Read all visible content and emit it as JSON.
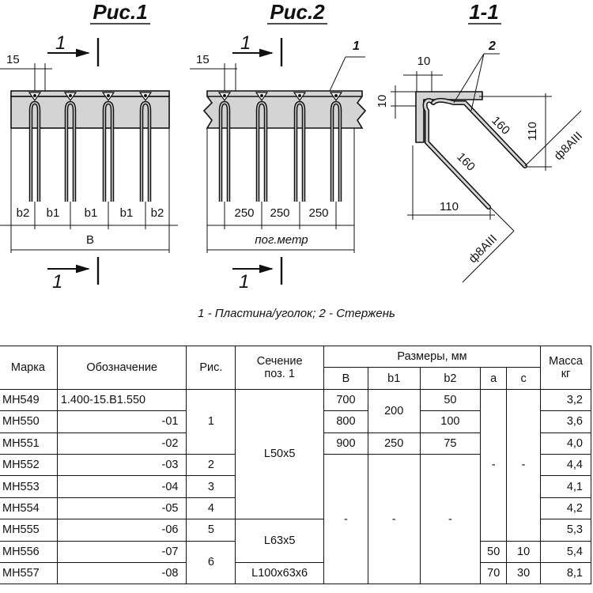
{
  "figures": {
    "fig1_title": "Рис.1",
    "fig2_title": "Рис.2",
    "section_title": "1-1",
    "cut_mark": "1",
    "fig1_edge": "15",
    "fig2_edge": "15",
    "fig1_spacings": [
      "b2",
      "b1",
      "b1",
      "b1",
      "b2"
    ],
    "fig1_width": "B",
    "fig2_spacings": [
      "250",
      "250",
      "250"
    ],
    "fig2_length": "пог.метр",
    "fig2_callout": "1",
    "section_callout": "2",
    "section_dims": {
      "top_10": "10",
      "left_10": "10",
      "rod_160_a": "160",
      "rod_160_b": "160",
      "right_110": "110",
      "bottom_110": "110",
      "rebar_a": "ф8АIII",
      "rebar_b": "ф8АIII"
    }
  },
  "legend": "1 - Пластина/уголок; 2 - Стержень",
  "table": {
    "headers": {
      "mark": "Марка",
      "designation": "Обозначение",
      "fig": "Рис.",
      "section_1": "Сечение",
      "section_2": "поз. 1",
      "sizes": "Размеры, мм",
      "B": "B",
      "b1": "b1",
      "b2": "b2",
      "a": "a",
      "c": "c",
      "mass_1": "Масса",
      "mass_2": "кг"
    },
    "rows": [
      {
        "mark": "МН549",
        "designation": "1.400-15.В1.550",
        "mass": "3,2"
      },
      {
        "mark": "МН550",
        "designation": "-01",
        "mass": "3,6"
      },
      {
        "mark": "МН551",
        "designation": "-02",
        "mass": "4,0"
      },
      {
        "mark": "МН552",
        "designation": "-03",
        "mass": "4,4"
      },
      {
        "mark": "МН553",
        "designation": "-04",
        "mass": "4,1"
      },
      {
        "mark": "МН554",
        "designation": "-05",
        "mass": "4,2"
      },
      {
        "mark": "МН555",
        "designation": "-06",
        "mass": "5,3"
      },
      {
        "mark": "МН556",
        "designation": "-07",
        "mass": "5,4"
      },
      {
        "mark": "МН557",
        "designation": "-08",
        "mass": "8,1"
      }
    ],
    "merged": {
      "fig_1": "1",
      "fig_2": "2",
      "fig_3": "3",
      "fig_4": "4",
      "fig_5": "5",
      "fig_6": "6",
      "section_L50": "L50x5",
      "section_L63": "L63x5",
      "section_L100": "L100x63x6",
      "B_700": "700",
      "B_800": "800",
      "B_900": "900",
      "b1_200": "200",
      "b1_250": "250",
      "b2_50": "50",
      "b2_100": "100",
      "b2_75": "75",
      "dash": "-",
      "a_50": "50",
      "a_70": "70",
      "c_10": "10",
      "c_30": "30"
    }
  }
}
